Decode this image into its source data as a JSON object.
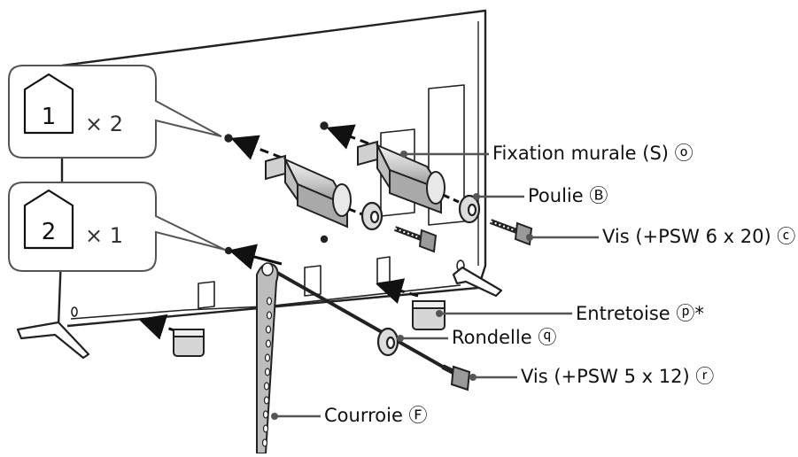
{
  "steps": [
    {
      "number": "1",
      "count": "× 2"
    },
    {
      "number": "2",
      "count": "× 1"
    }
  ],
  "labels": {
    "wall_bracket": "Fixation murale (S) ⓞ",
    "pulley": "Poulie Ⓑ",
    "screw_6x20": "Vis (+PSW 6 x 20) ⓒ",
    "spacer": "Entretoise ⓟ*",
    "washer": "Rondelle ⓠ",
    "screw_5x12": "Vis (+PSW 5 x 12) ⓡ",
    "strap": "Courroie Ⓕ"
  },
  "colors": {
    "line": "#222222",
    "part_fill": "#d4d4d4",
    "part_light": "#ececec",
    "callout_stroke": "#555555"
  }
}
